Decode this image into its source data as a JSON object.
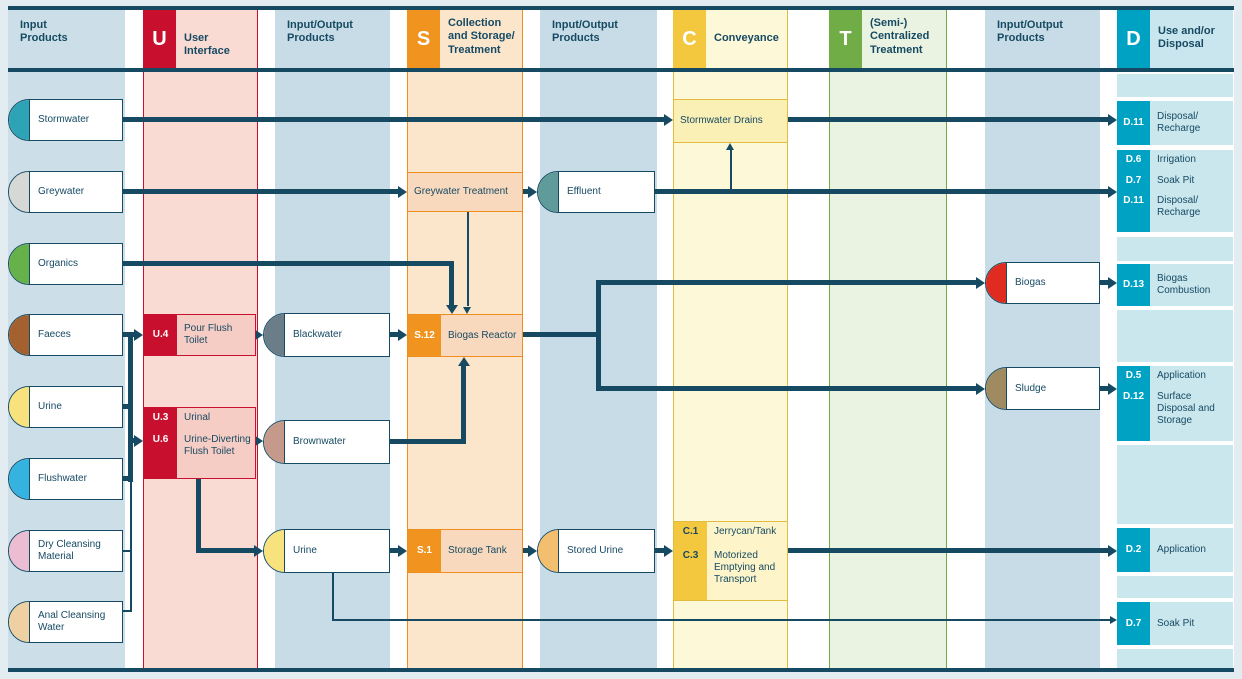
{
  "title": "Sanitation system template diagram",
  "colors": {
    "navy": "#164a63",
    "crimson": "#c8102e",
    "orange": "#f0941f",
    "gold": "#f3c83f",
    "green": "#71ad47",
    "teal": "#00a2c4",
    "band_input": "#ccdfe8",
    "band_blue": "#c7dce6",
    "band_pink": "#fadbd3",
    "band_orange": "#fbe6cc",
    "band_yellow": "#fcf8d8",
    "band_green": "#eaf3e1",
    "u_fill": "#f6cdc4",
    "s_fill": "#f8d9bd",
    "drains_fill": "#faf0b5",
    "c_fill": "#fdf5c9",
    "d_fill": "#cbe7ee"
  },
  "header": {
    "columns": [
      {
        "label": "Input Products"
      },
      {
        "badge": "U",
        "label": "User Interface"
      },
      {
        "label": "Input/Output Products"
      },
      {
        "badge": "S",
        "label": "Collection and Storage/ Treatment"
      },
      {
        "label": "Input/Output Products"
      },
      {
        "badge": "C",
        "label": "Conveyance"
      },
      {
        "badge": "T",
        "label": "(Semi-) Centralized Treatment"
      },
      {
        "label": "Input/Output Products"
      },
      {
        "badge": "D",
        "label": "Use and/or Disposal"
      }
    ]
  },
  "inputs": {
    "stormwater": {
      "label": "Stormwater",
      "color": "#2fa3b6"
    },
    "greywater": {
      "label": "Greywater",
      "color": "#d5d8d4"
    },
    "organics": {
      "label": "Organics",
      "color": "#67b14b"
    },
    "faeces": {
      "label": "Faeces",
      "color": "#a5602f"
    },
    "urine": {
      "label": "Urine",
      "color": "#f8e27d"
    },
    "flushwater": {
      "label": "Flushwater",
      "color": "#35b3e0"
    },
    "dry_cleansing": {
      "label": "Dry Cleansing Material",
      "color": "#ecbcd3"
    },
    "anal_cleansing": {
      "label": "Anal Cleansing Water",
      "color": "#efd0a2"
    }
  },
  "user_interface": {
    "u4": {
      "code": "U.4",
      "label": "Pour Flush Toilet"
    },
    "u36": {
      "rows": [
        {
          "code": "U.3",
          "label": "Urinal"
        },
        {
          "code": "U.6",
          "label": "Urine-Diverting Flush Toilet"
        }
      ]
    }
  },
  "io1": {
    "blackwater": {
      "label": "Blackwater",
      "color": "#6b7d88"
    },
    "brownwater": {
      "label": "Brownwater",
      "color": "#c59a8b"
    },
    "urine": {
      "label": "Urine",
      "color": "#f8e27d"
    }
  },
  "storage": {
    "greywater_treatment": {
      "label": "Greywater Treatment"
    },
    "biogas_reactor": {
      "code": "S.12",
      "label": "Biogas Reactor"
    },
    "storage_tank": {
      "code": "S.1",
      "label": "Storage Tank"
    }
  },
  "io2": {
    "effluent": {
      "label": "Effluent",
      "color": "#5f9b98"
    },
    "stored_urine": {
      "label": "Stored Urine",
      "color": "#f3bf6e"
    }
  },
  "conveyance": {
    "stormwater_drains": {
      "label": "Stormwater Drains"
    },
    "c13": {
      "rows": [
        {
          "code": "C.1",
          "label": "Jerrycan/Tank"
        },
        {
          "code": "C.3",
          "label": "Motorized Emptying and Transport"
        }
      ]
    }
  },
  "io3": {
    "biogas": {
      "label": "Biogas",
      "color": "#e02b20"
    },
    "sludge": {
      "label": "Sludge",
      "color": "#a08a5f"
    }
  },
  "disposal": {
    "d11": {
      "code": "D.11",
      "label": "Disposal/ Recharge"
    },
    "d6711": {
      "rows": [
        {
          "code": "D.6",
          "label": "Irrigation"
        },
        {
          "code": "D.7",
          "label": "Soak Pit"
        },
        {
          "code": "D.11",
          "label": "Disposal/ Recharge"
        }
      ]
    },
    "d13": {
      "code": "D.13",
      "label": "Biogas Combustion"
    },
    "d512": {
      "rows": [
        {
          "code": "D.5",
          "label": "Application"
        },
        {
          "code": "D.12",
          "label": "Surface Disposal and Storage"
        }
      ]
    },
    "d2": {
      "code": "D.2",
      "label": "Application"
    },
    "d7": {
      "code": "D.7",
      "label": "Soak Pit"
    }
  }
}
